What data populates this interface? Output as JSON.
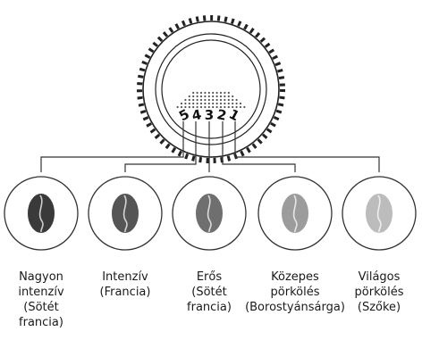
{
  "dial": {
    "numbers": [
      "5",
      "4",
      "3",
      "2",
      "1"
    ]
  },
  "levels": [
    {
      "bean_color": "#3a3a3a",
      "caption": [
        "Nagyon",
        "intenzív",
        "(Sötét",
        "francia)"
      ]
    },
    {
      "bean_color": "#555555",
      "caption": [
        "Intenzív",
        "(Francia)"
      ]
    },
    {
      "bean_color": "#6f6f6f",
      "caption": [
        "Erős",
        "(Sötét",
        "francia)"
      ]
    },
    {
      "bean_color": "#9c9c9c",
      "caption": [
        "Közepes",
        "pörkölés",
        "(Borostyánsárga)"
      ]
    },
    {
      "bean_color": "#bcbcbc",
      "caption": [
        "Világos",
        "pörkölés",
        "(Szőke)"
      ]
    }
  ]
}
